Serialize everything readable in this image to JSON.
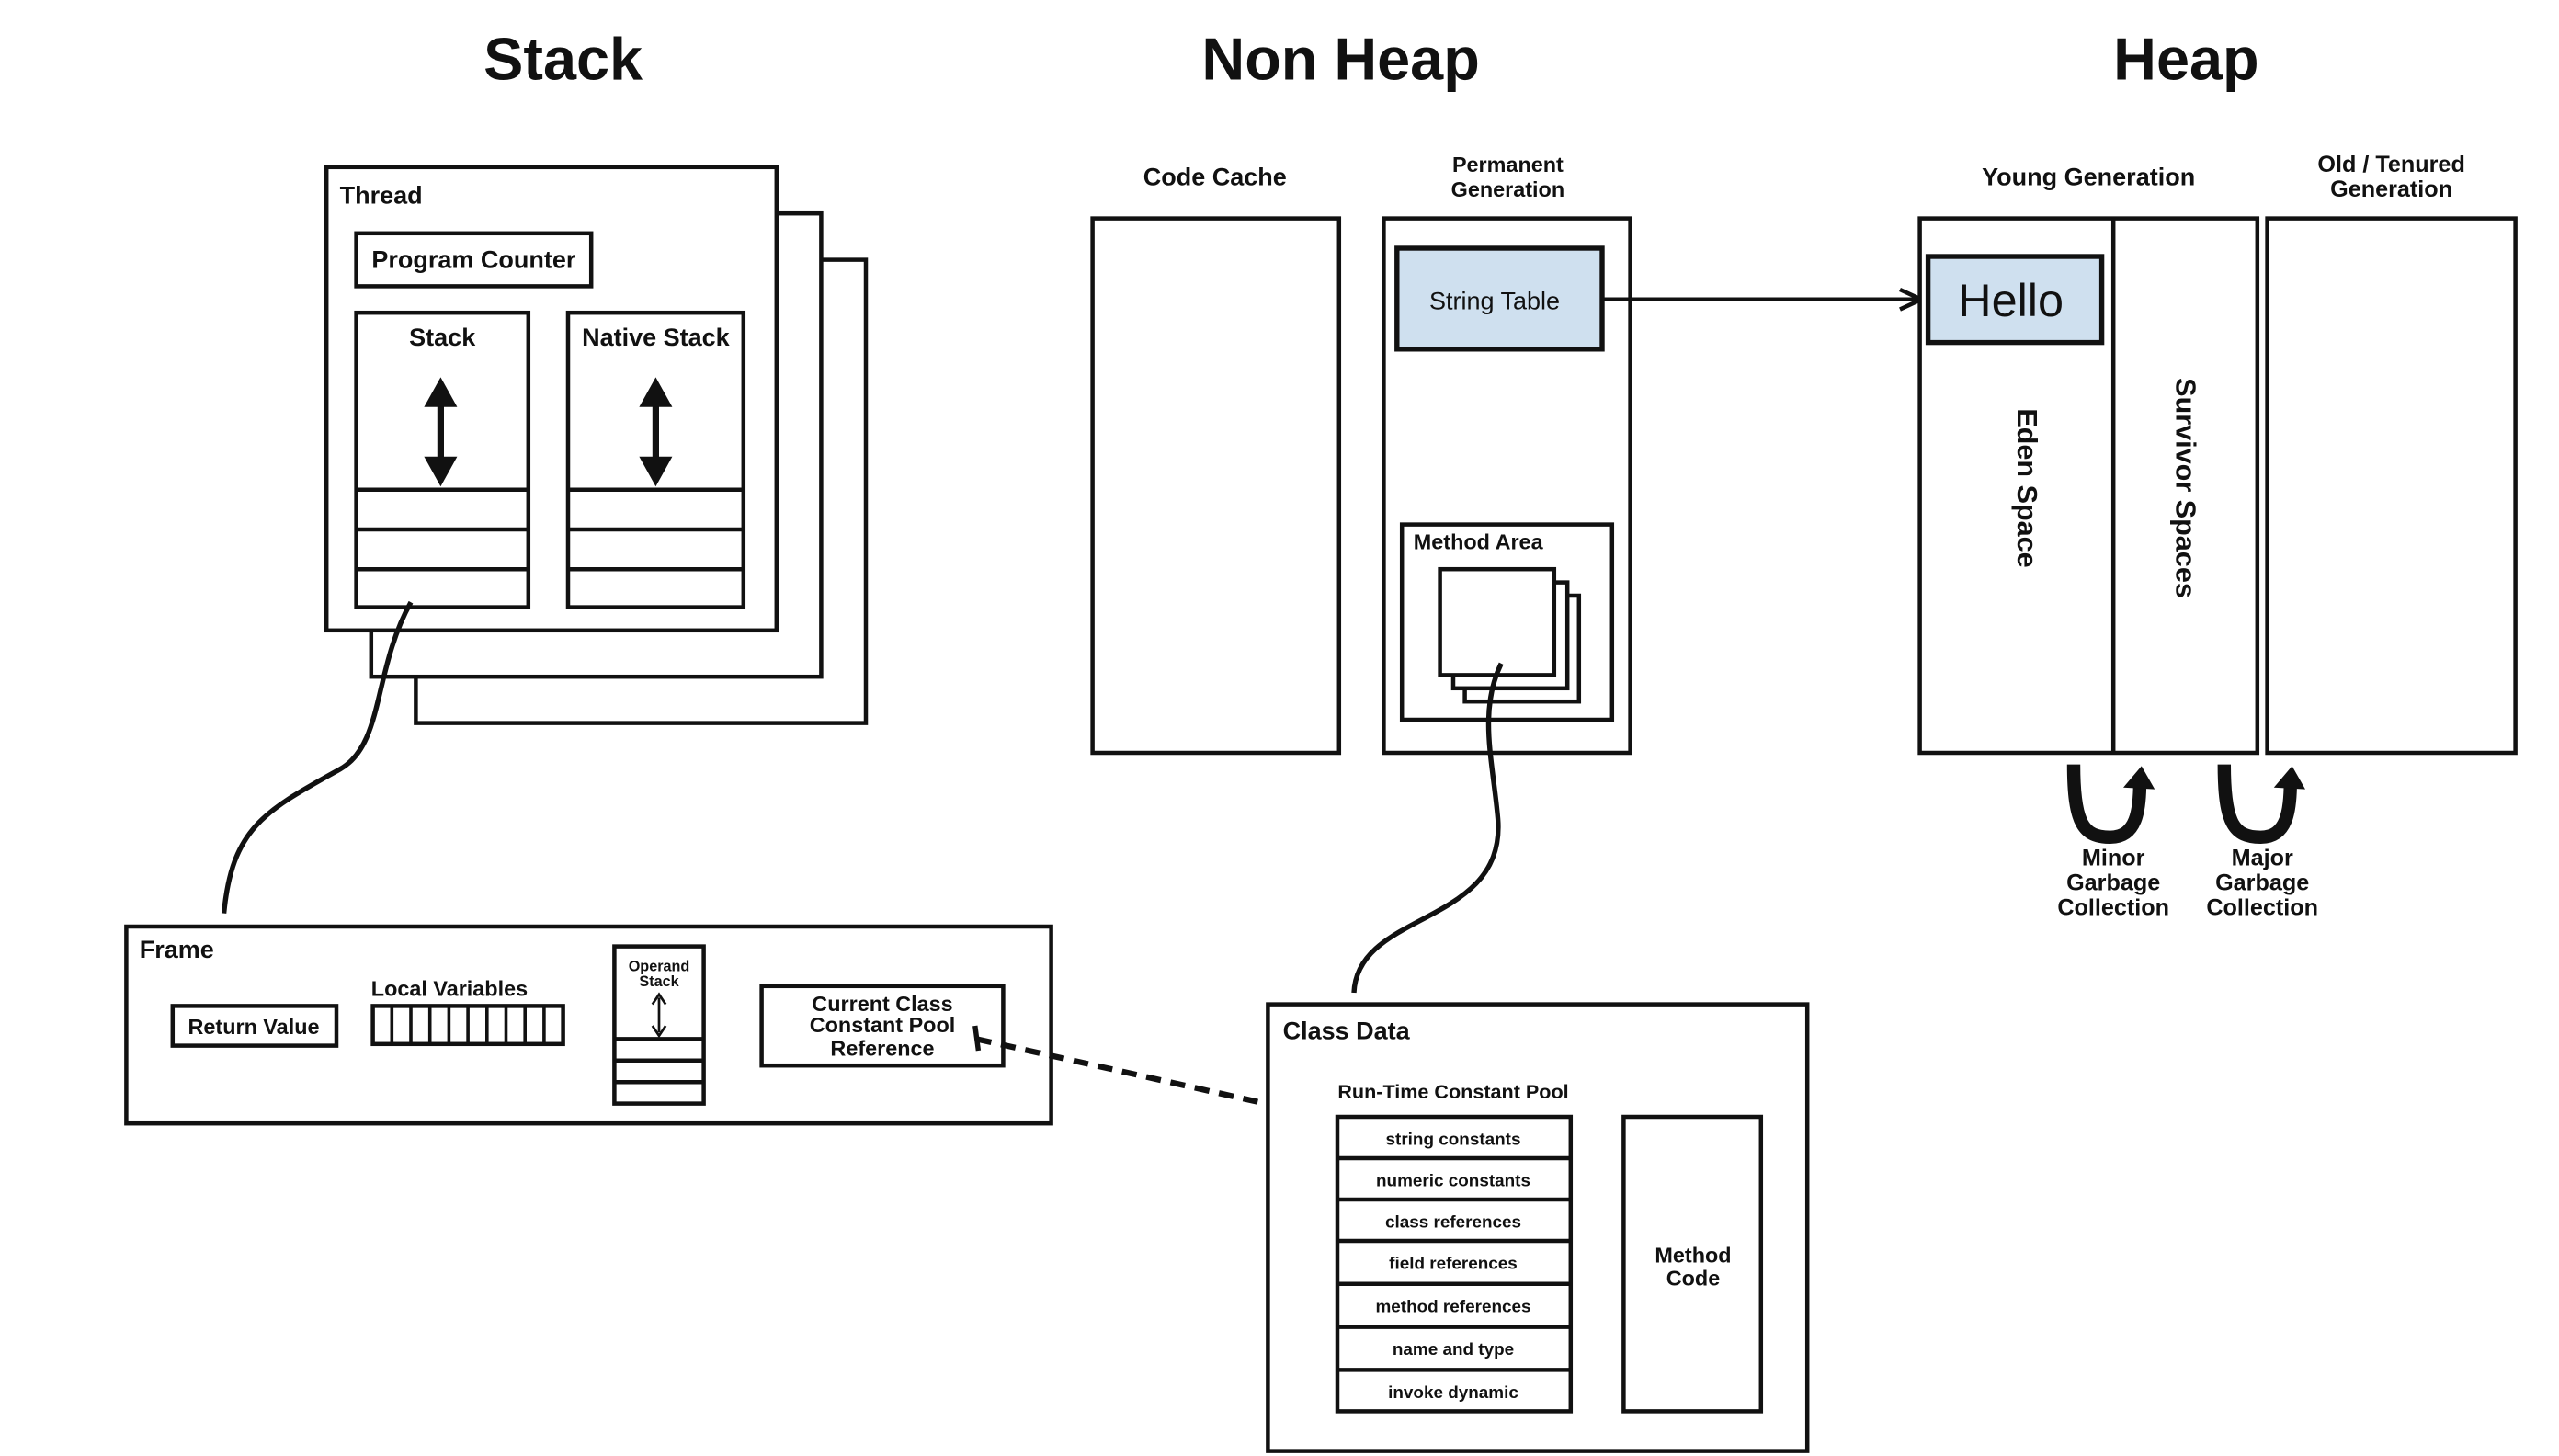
{
  "headings": {
    "stack": "Stack",
    "non_heap": "Non Heap",
    "heap": "Heap"
  },
  "thread": {
    "title": "Thread",
    "program_counter": "Program Counter",
    "stack": "Stack",
    "native_stack": "Native Stack"
  },
  "non_heap": {
    "code_cache": "Code Cache",
    "permanent_generation": [
      "Permanent",
      "Generation"
    ],
    "string_table": "String Table",
    "method_area": "Method Area"
  },
  "heap": {
    "young_generation": "Young Generation",
    "old_generation": [
      "Old / Tenured",
      "Generation"
    ],
    "hello": "Hello",
    "eden_space": "Eden Space",
    "survivor_spaces": "Survivor Spaces",
    "minor_gc": [
      "Minor",
      "Garbage",
      "Collection"
    ],
    "major_gc": [
      "Major",
      "Garbage",
      "Collection"
    ]
  },
  "frame": {
    "title": "Frame",
    "return_value": "Return Value",
    "local_variables": "Local Variables",
    "operand_stack": [
      "Operand",
      "Stack"
    ],
    "ccp_reference": [
      "Current Class",
      "Constant Pool",
      "Reference"
    ]
  },
  "class_data": {
    "title": "Class Data",
    "rtcp_title": "Run-Time Constant Pool",
    "rtcp_items": [
      "string constants",
      "numeric constants",
      "class references",
      "field references",
      "method references",
      "name and type",
      "invoke dynamic"
    ],
    "method_code": [
      "Method",
      "Code"
    ]
  }
}
